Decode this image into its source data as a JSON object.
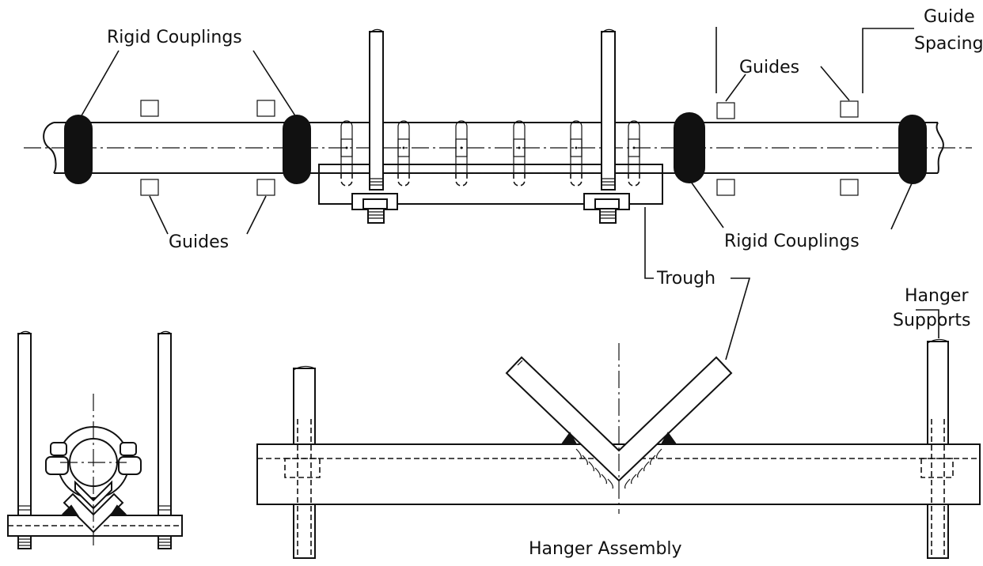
{
  "labels": {
    "rigid_couplings_top": "Rigid Couplings",
    "guides_bottom_left": "Guides",
    "guides_top_right": "Guides",
    "guide_spacing_line1": "Guide",
    "guide_spacing_line2": "Spacing",
    "rigid_couplings_bottom": "Rigid Couplings",
    "trough": "Trough",
    "hanger_supports_line1": "Hanger",
    "hanger_supports_line2": "Supports",
    "hanger_assembly": "Hanger Assembly"
  },
  "colors": {
    "line": "#111111",
    "background": "#ffffff"
  }
}
